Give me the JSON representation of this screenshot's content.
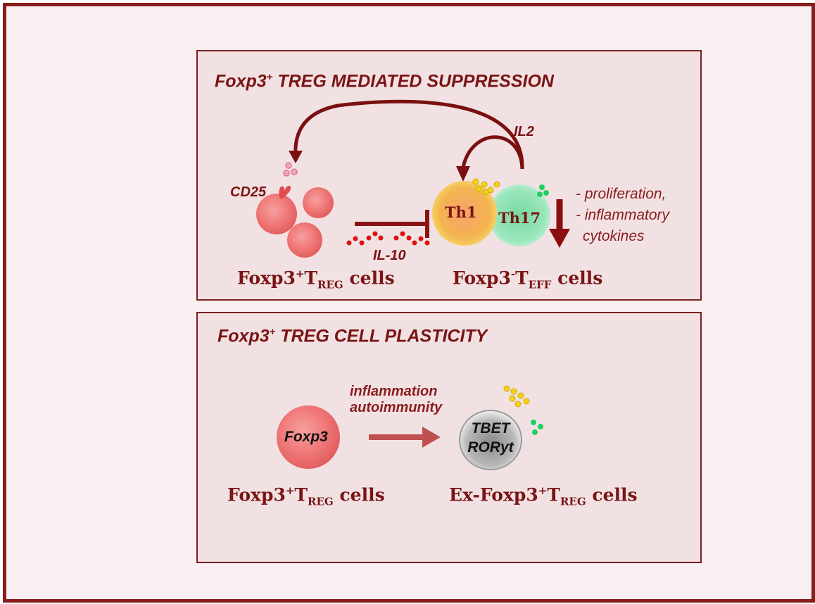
{
  "panels": {
    "suppression": {
      "title": "Foxp3",
      "title_sup": "+",
      "title_rest": " TREG MEDIATED SUPPRESSION",
      "labels": {
        "cd25": "CD25",
        "il2": "IL2",
        "il10": "IL-10",
        "th1": "Th1",
        "th17": "Th17"
      },
      "effects": [
        "- proliferation,",
        "- inflammatory",
        "cytokines"
      ],
      "captions": {
        "treg": {
          "main": "Foxp3",
          "sup": "+",
          "t": "T",
          "sub": "REG",
          "tail": " cells"
        },
        "teff": {
          "main": "Foxp3",
          "sup": "-",
          "t": "T",
          "sub": "EFF",
          "tail": " cells"
        }
      }
    },
    "plasticity": {
      "title": "Foxp3",
      "title_sup": "+",
      "title_rest": " TREG CELL PLASTICITY",
      "labels": {
        "foxp3": "Foxp3",
        "trigger_line1": "inflammation",
        "trigger_line2": "autoimmunity",
        "tbet": "TBET",
        "roryt": "RORyt"
      },
      "captions": {
        "treg": {
          "main": "Foxp3",
          "sup": "+",
          "t": "T",
          "sub": "REG",
          "tail": " cells"
        },
        "ex_treg": {
          "main": "Ex-Foxp3",
          "sup": "+",
          "t": "T",
          "sub": "REG",
          "tail": " cells"
        }
      }
    }
  },
  "colors": {
    "frame": "#8b1c1c",
    "treg_cell": "#f07070",
    "th1_cell": "#f5c040",
    "th17_cell": "#8fe0b0",
    "ex_treg_cell": "#b0b0b0",
    "il10_dots": "#e01010",
    "yellow_dots": "#f0d020",
    "green_dots": "#20d060",
    "pink_dots": "#f08aa0",
    "arrow": "#7a1010"
  },
  "icons": [
    "treg-cell-icon",
    "th1-cell-icon",
    "th17-cell-icon",
    "ex-treg-cell-icon",
    "cd25-receptor-icon",
    "inhibition-arrow-icon",
    "decrease-arrow-icon",
    "conversion-arrow-icon"
  ]
}
